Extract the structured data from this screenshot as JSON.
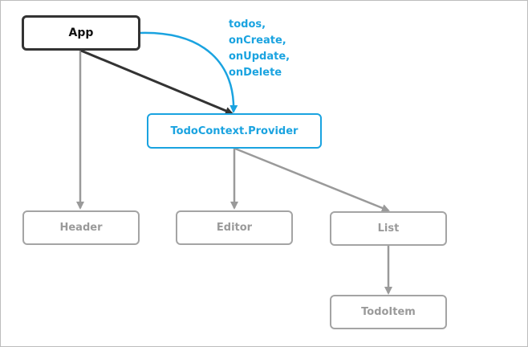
{
  "nodes": {
    "app": "App",
    "provider": "TodoContext.Provider",
    "header": "Header",
    "editor": "Editor",
    "list": "List",
    "todoitem": "TodoItem"
  },
  "context_value": [
    "todos,",
    "onCreate,",
    "onUpdate,",
    "onDelete"
  ],
  "colors": {
    "app_border": "#333333",
    "provider": "#1aa3e0",
    "child": "#a4a4a4",
    "arrow_dark": "#333333",
    "arrow_gray": "#9a9a9a"
  }
}
